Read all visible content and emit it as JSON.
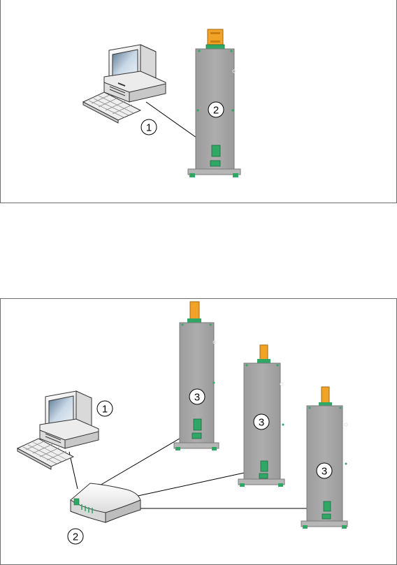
{
  "panel_top": {
    "callouts": [
      "1",
      "2"
    ]
  },
  "panel_bottom": {
    "callouts": [
      "1",
      "2",
      "3",
      "3",
      "3"
    ]
  },
  "colors": {
    "cabinet_fill": "#a6a6a6",
    "cabinet_edge": "#7a7a7a",
    "connector_green": "#2fa865",
    "beacon_orange": "#f0a326",
    "frame_border": "#6e6e6e"
  },
  "icons": [
    "computer-icon",
    "keyboard-icon",
    "network-switch-icon",
    "cabinet-icon",
    "status-beacon-icon"
  ]
}
